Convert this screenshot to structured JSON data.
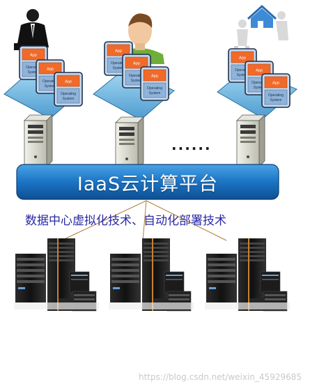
{
  "platform": {
    "title": "IaaS云计算平台"
  },
  "technology": {
    "caption": "数据中心虚拟化技术、自动化部署技术"
  },
  "ellipsis": "......",
  "vm": {
    "app_label": "App",
    "os_line1": "Operating",
    "os_line2": "System"
  },
  "users": [
    {
      "name": "businessman-user",
      "icon": "businessman-icon"
    },
    {
      "name": "person-user",
      "icon": "person-avatar-icon"
    },
    {
      "name": "mover-user",
      "icon": "people-carrying-house-icon"
    }
  ],
  "watermark": "https://blog.csdn.net/weixin_45929685",
  "colors": {
    "platform_blue": "#1b74c4",
    "tray_blue": "#7fc4e8",
    "vm_orange": "#f06a2a",
    "os_blue": "#8fb3d9",
    "caption_text": "#2a2aa6"
  }
}
